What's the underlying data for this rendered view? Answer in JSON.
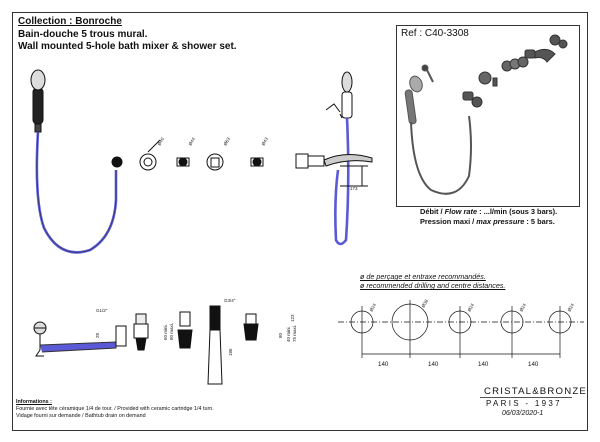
{
  "title": {
    "collection": "Collection : Bonroche",
    "fr": "Bain-douche 5 trous mural.",
    "en": "Wall mounted 5-hole bath mixer & shower set."
  },
  "ref": "Ref : C40-3308",
  "specs": {
    "flow_fr": "Débit / ",
    "flow_en": "Flow rate",
    "flow_val": " : ...l/min (sous 3 bars).",
    "press_fr": "Pression maxi / ",
    "press_en": "max pressure",
    "press_val": " : 5 bars."
  },
  "drilling": {
    "fr": "ø de perçage et entraxe recommandés.",
    "en": "ø recommended drilling and centre distances."
  },
  "info": {
    "heading": "Informations :",
    "line1": "Fournie avec tête céramique 1/4 de tour. / Provided with ceramic cartridge 1/4 turn.",
    "line2": "Vidage fourni sur demande  / Bathtub drain on demand"
  },
  "brand": {
    "name": "CRISTAL&BRONZE",
    "city": "PARIS - 1937",
    "date": "06/03/2020-1"
  },
  "dims": {
    "d40": "Ø40",
    "d44": "Ø44",
    "d63": "Ø63",
    "d43": "Ø43",
    "h173": "173",
    "g12": "G1/2\"",
    "g34": "G3/4\"",
    "v28": "28",
    "v60min": "60 mini.",
    "v80max": "80 maxi.",
    "v186": "186",
    "v40min": "40 mini.",
    "v75max": "75 maxi.",
    "v123": "123",
    "v80": "80",
    "c24": "Ø24",
    "c38": "Ø38",
    "c140": "140"
  }
}
